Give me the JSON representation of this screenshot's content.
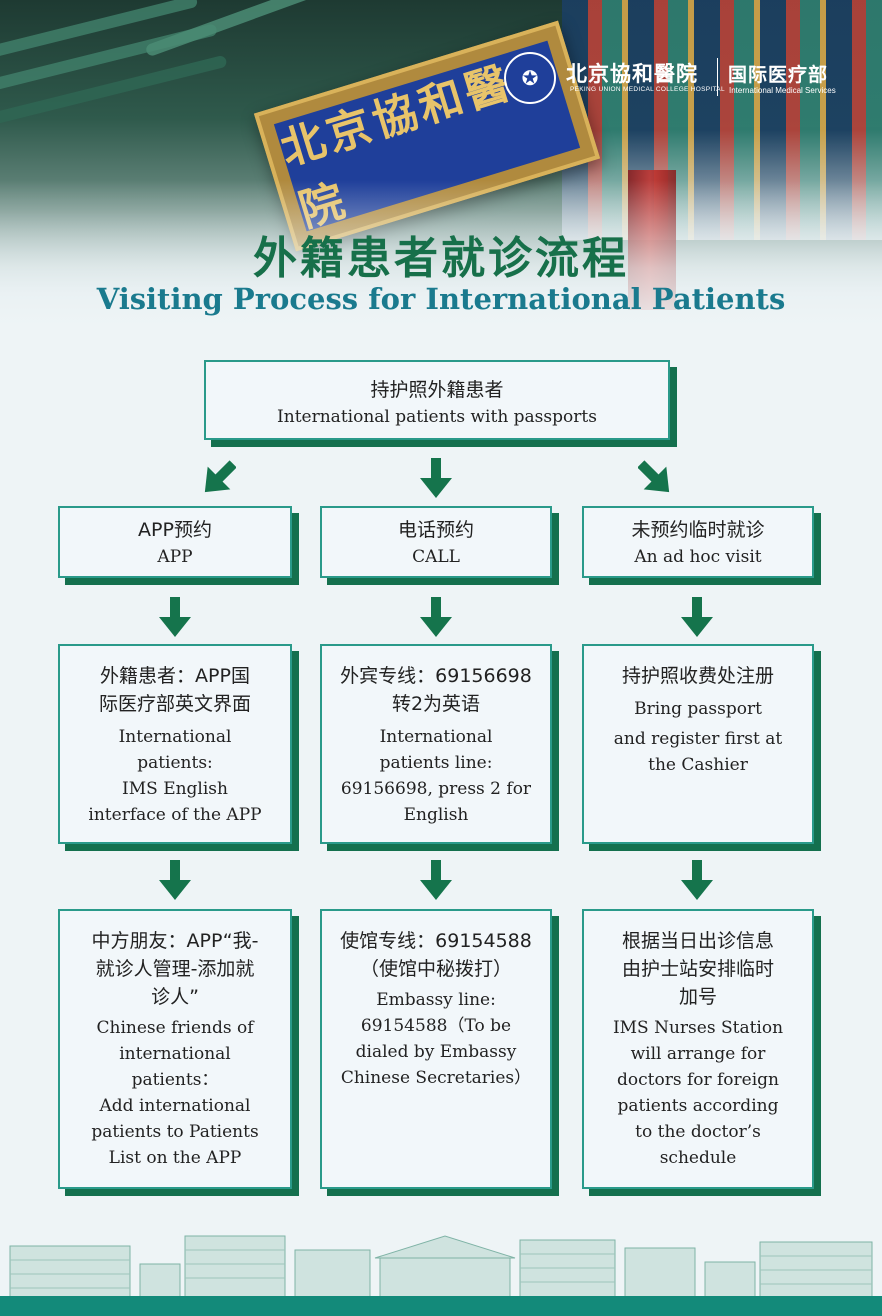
{
  "header": {
    "plaque_text": "北京協和醫院",
    "logo": {
      "hospital_cn": "北京協和醫院",
      "hospital_en": "PEKING UNION MEDICAL COLLEGE HOSPITAL",
      "dept_cn": "国际医疗部",
      "dept_en": "International Medical Services"
    }
  },
  "title": {
    "cn": "外籍患者就诊流程",
    "en": "Visiting Process for International Patients"
  },
  "start": {
    "cn": "持护照外籍患者",
    "en": "International patients with passports"
  },
  "columns": [
    {
      "method": {
        "cn": "APP预约",
        "en": "APP"
      },
      "step": {
        "cn": [
          "外籍患者：APP国",
          "际医疗部英文界面"
        ],
        "en": [
          "International",
          "patients:",
          "IMS English",
          "interface of the APP"
        ]
      },
      "detail": {
        "cn": [
          "中方朋友：APP“我-",
          "就诊人管理-添加就",
          "诊人”"
        ],
        "en": [
          "Chinese friends of",
          "international",
          "patients：",
          "Add international",
          "patients to Patients",
          "List on the APP"
        ]
      }
    },
    {
      "method": {
        "cn": "电话预约",
        "en": "CALL"
      },
      "step": {
        "cn": [
          "外宾专线：69156698",
          "转2为英语"
        ],
        "en": [
          "International",
          "patients line:",
          "69156698, press 2 for",
          "English"
        ]
      },
      "detail": {
        "cn": [
          "使馆专线：69154588",
          "（使馆中秘拨打）"
        ],
        "en": [
          "Embassy line:",
          "69154588（To be",
          "dialed by Embassy",
          "Chinese Secretaries）"
        ]
      }
    },
    {
      "method": {
        "cn": "未预约临时就诊",
        "en": "An ad hoc visit"
      },
      "step": {
        "cn": [
          "持护照收费处注册"
        ],
        "en": [
          "Bring passport",
          "and register first at",
          "the Cashier"
        ]
      },
      "detail": {
        "cn": [
          "根据当日出诊信息",
          "由护士站安排临时",
          "加号"
        ],
        "en": [
          "IMS Nurses Station",
          "will arrange for",
          "doctors for foreign",
          "patients according",
          "to the doctor’s",
          "schedule"
        ]
      }
    }
  ],
  "colors": {
    "title_green": "#17704a",
    "title_teal": "#1a7a8e",
    "box_border": "#2a9a8a",
    "box_shadow": "#14704e",
    "arrow_green": "#15744c",
    "footer_bar": "#138a7a"
  },
  "icons": {
    "arrow": "arrow-down-icon",
    "seal": "hospital-seal-icon"
  }
}
